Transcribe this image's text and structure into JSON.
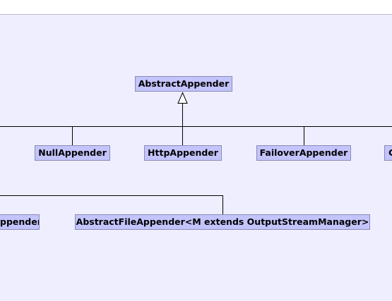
{
  "diagram": {
    "nodes": {
      "abstract_appender": "AbstractAppender",
      "null_appender": "NullAppender",
      "http_appender": "HttpAppender",
      "failover_appender": "FailoverAppender",
      "clipped_right": "C",
      "clipped_left": "ppender",
      "abstract_file_appender": "AbstractFileAppender<M extends OutputStreamManager>"
    }
  },
  "colors": {
    "canvas": "#eeeefe",
    "node_fill": "#c4c4fc",
    "node_border": "#8a8ab6",
    "edge": "#000000"
  }
}
